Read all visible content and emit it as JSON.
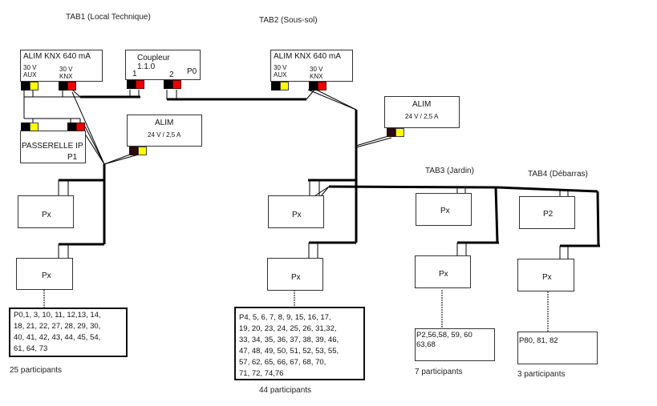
{
  "tabs": {
    "tab1": {
      "title": "TAB1 (Local Technique)",
      "alim_knx": {
        "title": "ALIM  KNX 640 mA",
        "aux_v": "30 V",
        "aux": "AUX",
        "knx_v": "30 V",
        "knx": "KNX"
      },
      "coupleur": {
        "title": "Coupleur",
        "address": "1.1.0",
        "port1": "1",
        "port2": "2",
        "id": "P0"
      },
      "passerelle": {
        "title": "PASSERELLE IP",
        "id": "P1"
      },
      "alim_24v": {
        "title": "ALIM",
        "spec": "24 V / 2,5 A"
      },
      "devices": [
        "Px",
        "Px"
      ],
      "participants_list": "P0,1, 3, 10, 11, 12,13, 14,\n18, 21, 22, 27, 28, 29, 30,\n40, 41, 42, 43, 44, 45, 54,\n61, 64, 73",
      "participants_count": "25 participants"
    },
    "tab2": {
      "title": "TAB2 (Sous-sol)",
      "alim_knx": {
        "title": "ALIM  KNX 640 mA",
        "aux_v": "30 V",
        "aux": "AUX",
        "knx_v": "30 V",
        "knx": "KNX"
      },
      "alim_24v": {
        "title": "ALIM",
        "spec": "24 V / 2,5 A"
      },
      "devices": [
        "Px",
        "Px"
      ],
      "participants_list": "P4, 5, 6, 7, 8, 9, 15, 16, 17,\n19, 20, 23, 24, 25, 26, 31,32,\n33, 34, 35, 36, 37, 38, 39, 46,\n47, 48, 49, 50, 51, 52, 53, 55,\n57, 62, 65, 66, 67, 68, 70,\n71, 72, 74,76",
      "participants_count": "44 participants"
    },
    "tab3": {
      "title": "TAB3 (Jardin)",
      "devices": [
        "Px",
        "Px"
      ],
      "participants_list": "P2,56,58, 59, 60\n63,68",
      "participants_count": "7 participants"
    },
    "tab4": {
      "title": "TAB4 (Débarras)",
      "devices": [
        "P2",
        "Px"
      ],
      "participants_list": "P80, 81, 82",
      "participants_count": "3 participants"
    }
  },
  "colors": {
    "bus_positive": "#e00000",
    "bus_negative": "#000000",
    "aux_yellow": "#ffff00"
  }
}
